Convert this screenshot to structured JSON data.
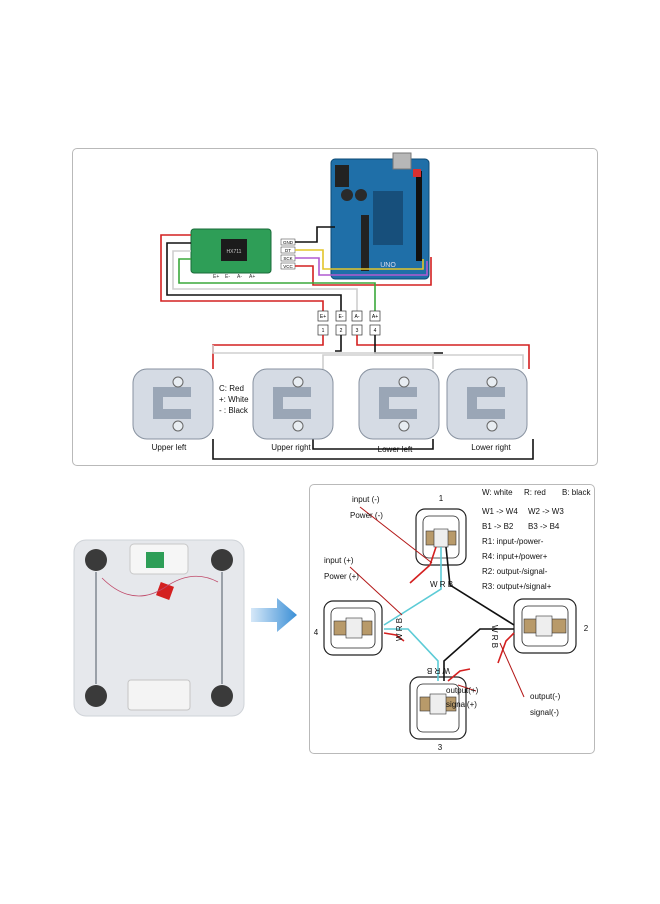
{
  "wiring": {
    "hx711_pins_left": [
      "E+",
      "E-",
      "A-",
      "A+"
    ],
    "hx711_pins_right": [
      "GND",
      "DT",
      "SCK",
      "VCC"
    ],
    "hx711_chip": "HX711",
    "junction_top": [
      "E+",
      "E-",
      "A-",
      "A+"
    ],
    "junction_bottom": [
      "1",
      "2",
      "3",
      "4"
    ],
    "legend": {
      "c": "C: Red",
      "plus": "+: White",
      "minus": "- : Black"
    },
    "cells": [
      "Upper left",
      "Upper right",
      "Lower left",
      "Lower right"
    ]
  },
  "schematic": {
    "key": {
      "w": "W: white",
      "r": "R: red",
      "b": "B: black"
    },
    "rules": [
      "W1 -> W4",
      "W2 -> W3",
      "B1 -> B2",
      "B3 -> B4",
      "R1: input-/power-",
      "R4: input+/power+",
      "R2: output-/signal-",
      "R3: output+/signal+"
    ],
    "labels": {
      "input_minus": "input (-)",
      "power_minus": "Power (-)",
      "input_plus": "input (+)",
      "power_plus": "Power (+)",
      "output_plus": "output(+)",
      "signal_plus": "signal(+)",
      "output_minus": "output(-)",
      "signal_minus": "signal(-)",
      "wrb": "W R B"
    },
    "numbers": [
      "1",
      "2",
      "3",
      "4"
    ]
  },
  "colors": {
    "red": "#d42020",
    "black": "#111111",
    "white_wire": "#cfcfcf",
    "green": "#3aa83a",
    "yellow": "#e3c52a",
    "purple": "#b05ad0",
    "arduino": "#1f6fa8",
    "hx711": "#2e9e57",
    "cyan": "#5ccbd6",
    "arrow": "#3b8fd6"
  }
}
